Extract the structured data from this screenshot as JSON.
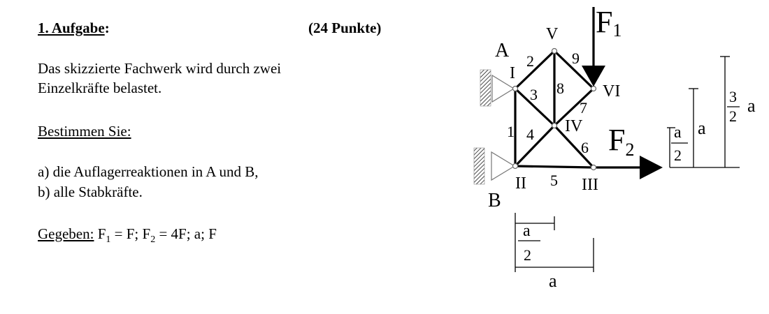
{
  "task": {
    "heading": "1. Aufgabe",
    "heading_colon": ":",
    "points": "(24 Punkte)",
    "intro_line1": "Das skizzierte Fachwerk wird durch zwei",
    "intro_line2": "Einzelkräfte belastet.",
    "determine_heading": "Bestimmen Sie:",
    "item_a": "a)  die Auflagerreaktionen in A und B,",
    "item_b": "b)  alle Stabkräfte.",
    "given_label": "Gegeben:",
    "given_f1_symbol": "F",
    "given_f1_sub": "1",
    "given_f1_value": " = F; ",
    "given_f2_symbol": "F",
    "given_f2_sub": "2",
    "given_f2_value": " = 4F; a; F"
  },
  "figure": {
    "support_a": "A",
    "support_b": "B",
    "nodes": {
      "n1": "I",
      "n2": "II",
      "n3": "III",
      "n4": "IV",
      "n5": "V",
      "n6": "VI"
    },
    "members": {
      "m1": "1",
      "m2": "2",
      "m3": "3",
      "m4": "4",
      "m5": "5",
      "m6": "6",
      "m7": "7",
      "m8": "8",
      "m9": "9"
    },
    "force_f1_symbol": "F",
    "force_f1_sub": "1",
    "force_f2_symbol": "F",
    "force_f2_sub": "2",
    "dims": {
      "half_num": "a",
      "half_den": "2",
      "full": "a",
      "three_half_num": "3",
      "three_half_den": "2",
      "three_half_a": "a"
    }
  }
}
